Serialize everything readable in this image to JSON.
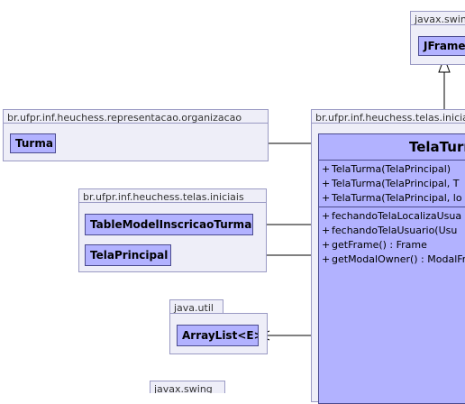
{
  "packages": {
    "javax_swing_top": {
      "name": "javax.swing"
    },
    "organizacao": {
      "name": "br.ufpr.inf.heuchess.representacao.organizacao"
    },
    "telas_iniciais_main": {
      "name": "br.ufpr.inf.heuchess.telas.iniciais"
    },
    "telas_iniciais_small": {
      "name": "br.ufpr.inf.heuchess.telas.iniciais"
    },
    "java_util": {
      "name": "java.util"
    },
    "javax_swing_bottom": {
      "name": "javax.swing"
    }
  },
  "classes": {
    "jframe": "JFrame",
    "turma": "Turma",
    "table_model": "TableModelInscricaoTurma",
    "tela_principal": "TelaPrincipal",
    "arraylist": "ArrayList<E>"
  },
  "main_class": {
    "name": "TelaTurma",
    "constructors": [
      {
        "visibility": "+",
        "signature": "TelaTurma(TelaPrincipal)"
      },
      {
        "visibility": "+",
        "signature": "TelaTurma(TelaPrincipal, T"
      },
      {
        "visibility": "+",
        "signature": "TelaTurma(TelaPrincipal, lo"
      }
    ],
    "methods": [
      {
        "visibility": "+",
        "signature": "fechandoTelaLocalizaUsua"
      },
      {
        "visibility": "+",
        "signature": "fechandoTelaUsuario(Usu"
      },
      {
        "visibility": "+",
        "signature": "getFrame() : Frame"
      },
      {
        "visibility": "+",
        "signature": "getModalOwner() : ModalFr"
      }
    ]
  },
  "colors": {
    "class_fill": "#b2b2ff",
    "class_border": "#4b4b8f",
    "package_fill": "#eeeef8",
    "package_border": "#9a9ac4"
  }
}
